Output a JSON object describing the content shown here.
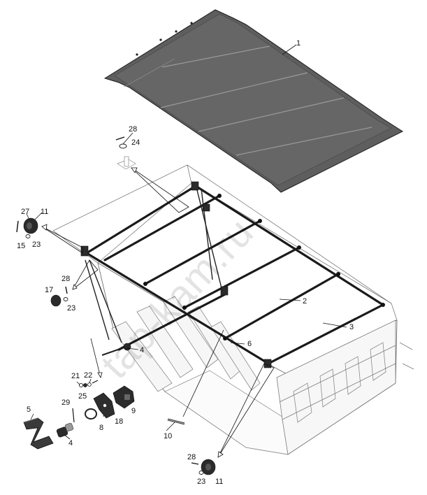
{
  "watermark": "tap-kam.ru",
  "callouts": {
    "c1": "1",
    "c2": "2",
    "c3": "3",
    "c4a": "4",
    "c4b": "4",
    "c5": "5",
    "c6": "6",
    "c8": "8",
    "c9": "9",
    "c10": "10",
    "c11a": "11",
    "c11b": "11",
    "c15": "15",
    "c17": "17",
    "c18": "18",
    "c21": "21",
    "c22": "22",
    "c23a": "23",
    "c23b": "23",
    "c23c": "23",
    "c24": "24",
    "c25": "25",
    "c27": "27",
    "c28a": "28",
    "c28b": "28",
    "c28c": "28",
    "c29": "29"
  }
}
